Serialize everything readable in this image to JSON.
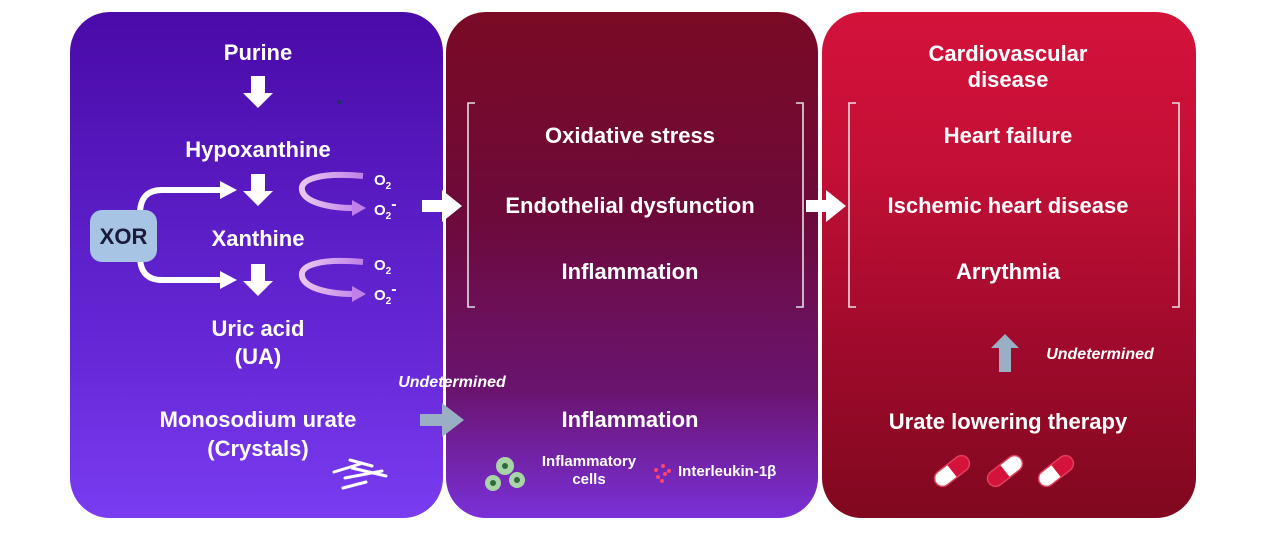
{
  "left_panel": {
    "purine": "Purine",
    "hypoxanthine": "Hypoxanthine",
    "xanthine": "Xanthine",
    "uric_acid": "Uric acid",
    "ua": "(UA)",
    "msu_line1": "Monosodium urate",
    "msu_line2": "(Crystals)",
    "enzyme": "XOR",
    "o2": "O",
    "o2_sub": "2",
    "superoxide": "O",
    "superoxide_sub": "2",
    "superoxide_sup": "-"
  },
  "middle_panel": {
    "items": [
      "Oxidative stress",
      "Endothelial dysfunction",
      "Inflammation"
    ],
    "inflammation": "Inflammation",
    "cells_line1": "Inflammatory",
    "cells_line2": "cells",
    "interleukin": "Interleukin-1β"
  },
  "right_panel": {
    "title_line1": "Cardiovascular",
    "title_line2": "disease",
    "items": [
      "Heart failure",
      "Ischemic heart disease",
      "Arrythmia"
    ],
    "therapy": "Urate lowering therapy",
    "undetermined": "Undetermined"
  },
  "between": {
    "undetermined": "Undetermined"
  },
  "colors": {
    "left_panel": "#5a1cc4",
    "middle_panel": "#6d0a3a",
    "right_panel": "#c40f36",
    "xor_box": "#a8c4e4",
    "connector_arrow": "#9aaec4"
  }
}
